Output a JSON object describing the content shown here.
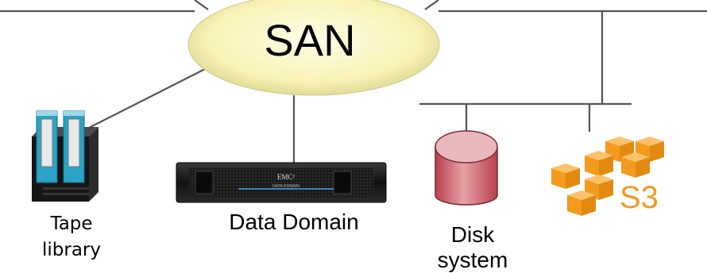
{
  "nodes": {
    "san": {
      "label": "SAN"
    },
    "tape_library": {
      "label_line1": "Tape",
      "label_line2": "library"
    },
    "data_domain": {
      "label": "Data Domain",
      "brand_text": "EMC²",
      "panel_text": "DATA DOMAIN"
    },
    "disk_system": {
      "label_line1": "Disk",
      "label_line2": "system"
    },
    "s3": {
      "label": "S3",
      "icon": "aws-s3-cubes-icon"
    }
  },
  "colors": {
    "san_cloud": "#F7F2B5",
    "s3_orange": "#F39B1E",
    "disk_red": "#C8525E",
    "tape_blue": "#2AA3C6",
    "line": "#555555"
  }
}
